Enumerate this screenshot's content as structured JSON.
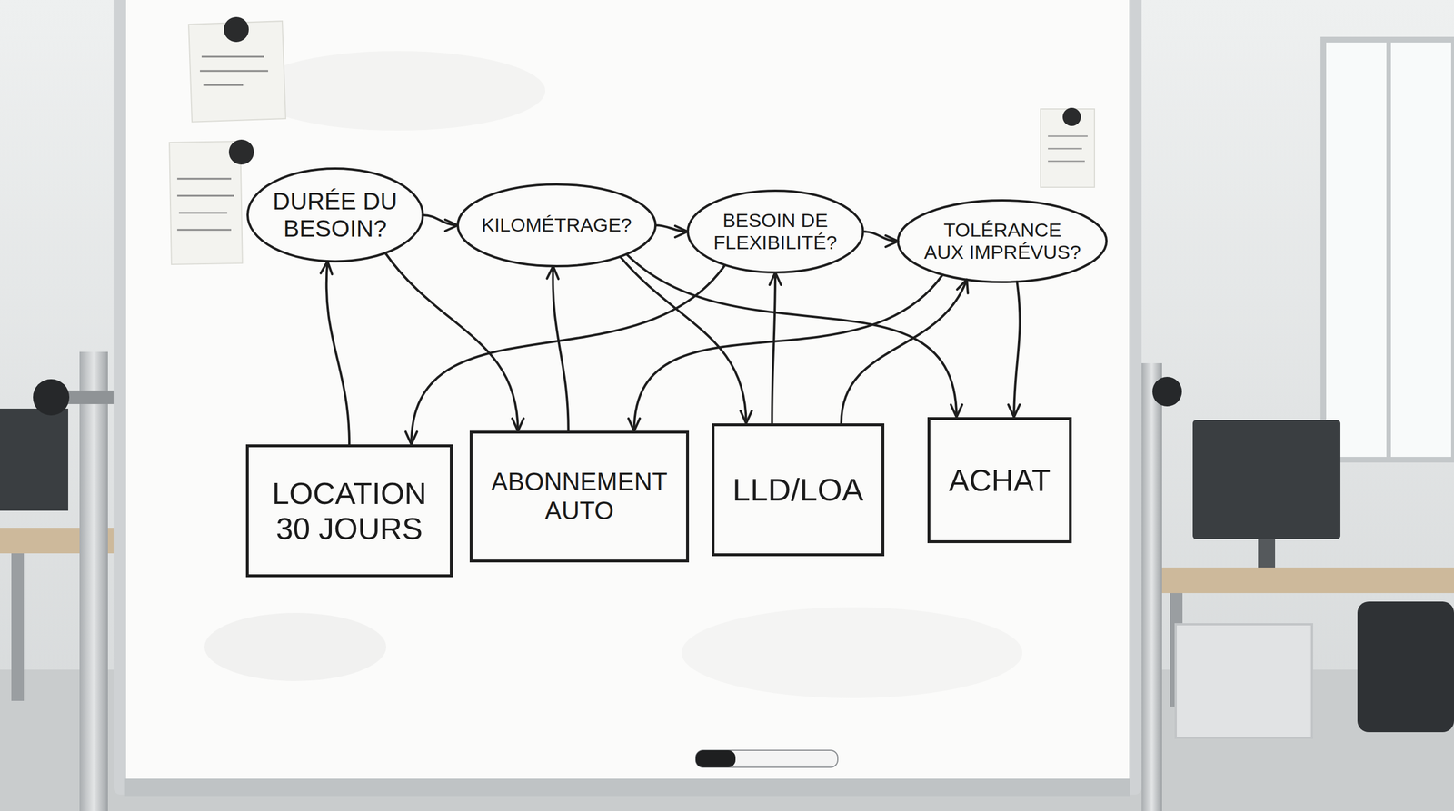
{
  "diagram": {
    "nodes": [
      {
        "text": [
          "DURÉE DU BESOIN?"
        ]
      },
      {
        "text": [
          "KILOMÉTRAGE?"
        ]
      },
      {
        "text": [
          "BESOIN DE FLEXIBILITÉ?"
        ]
      },
      {
        "text": [
          "TOLÉRANCE AUX IMPRÉVUS?"
        ]
      },
      {
        "text": [
          "LOCATION 30 JOURS"
        ]
      },
      {
        "text": [
          "ABONNEMENT AUTO"
        ]
      },
      {
        "text": [
          "LLD/LOA"
        ]
      },
      {
        "text": [
          "ACHAT"
        ]
      }
    ],
    "edges": [
      {
        "from": 0,
        "to": 1,
        "arrow": "to"
      },
      {
        "from": 1,
        "to": 2,
        "arrow": "to"
      },
      {
        "from": 2,
        "to": 3,
        "arrow": "to"
      },
      {
        "from": 4,
        "to": 0,
        "arrow": "to"
      },
      {
        "from": 0,
        "to": 5,
        "arrow": "to"
      },
      {
        "from": 5,
        "to": 1,
        "arrow": "to"
      },
      {
        "from": 1,
        "to": 6,
        "arrow": "to"
      },
      {
        "from": 1,
        "to": 7,
        "arrow": "to"
      },
      {
        "from": 2,
        "to": 4,
        "arrow": "to"
      },
      {
        "from": 6,
        "to": 2,
        "arrow": "to"
      },
      {
        "from": 3,
        "to": 5,
        "arrow": "to"
      },
      {
        "from": 6,
        "to": 3,
        "arrow": "to"
      },
      {
        "from": 3,
        "to": 7,
        "arrow": "to"
      }
    ]
  }
}
